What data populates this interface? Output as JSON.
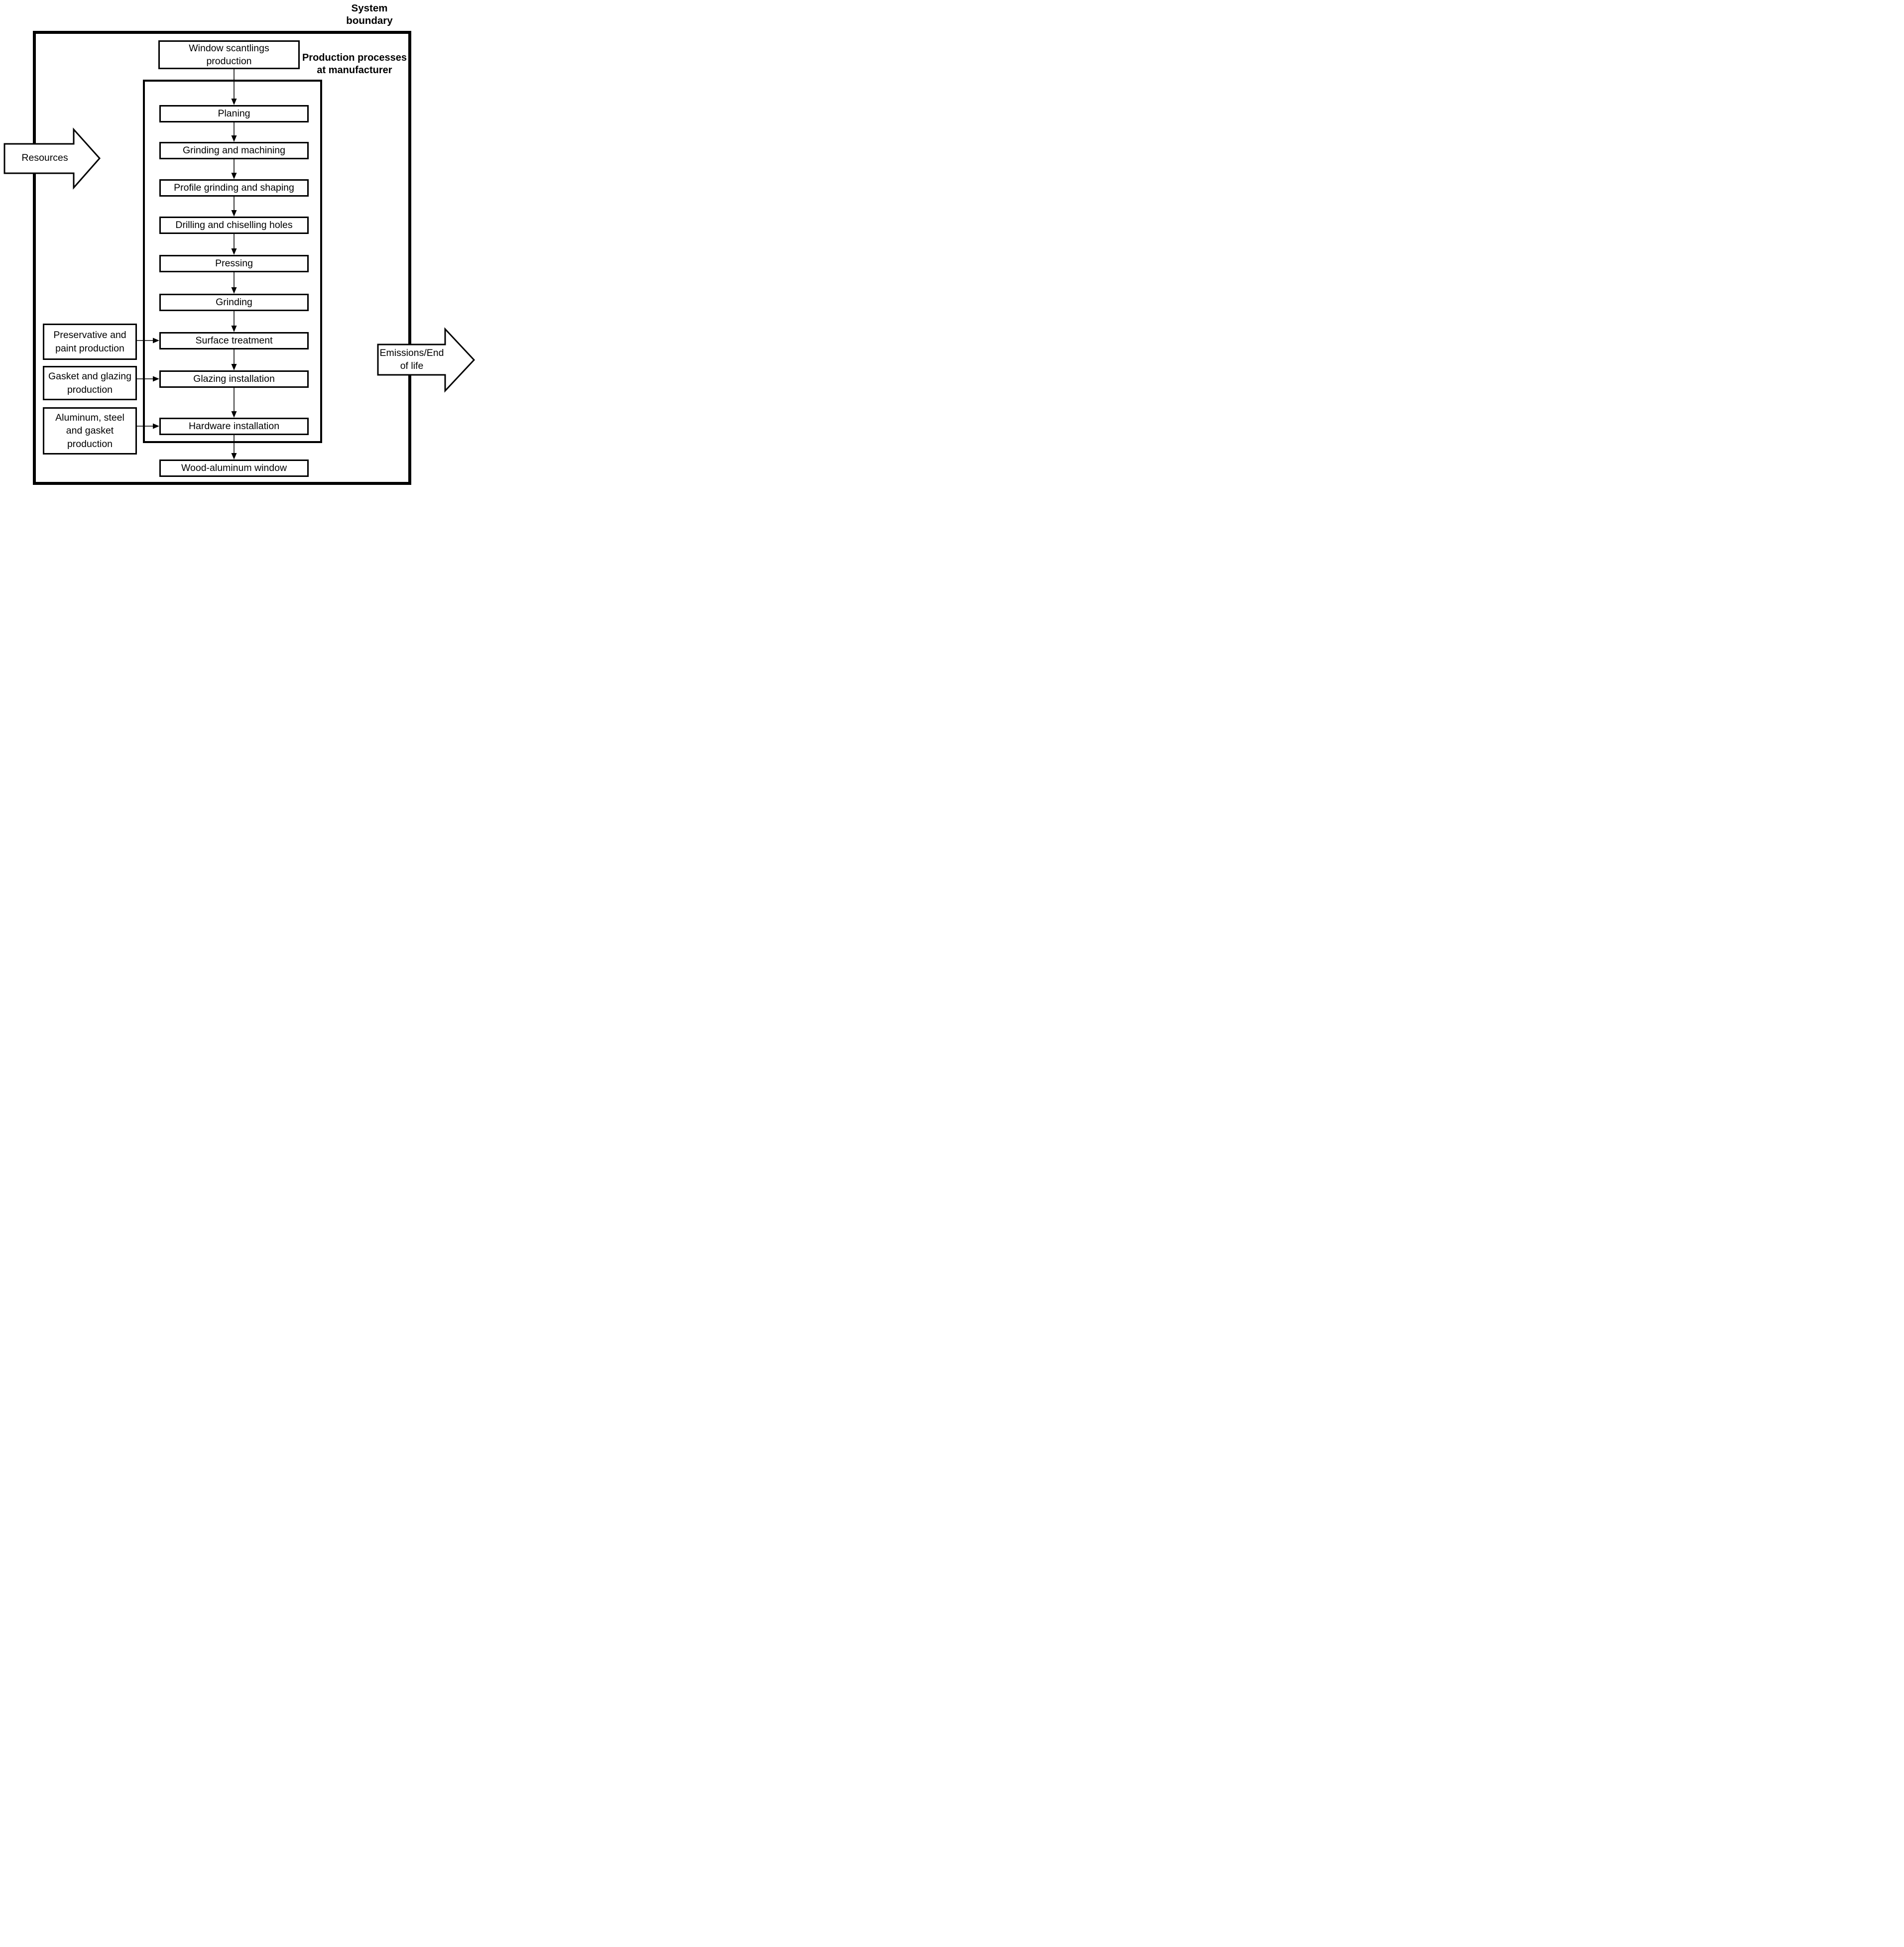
{
  "diagram": {
    "system_boundary_label": "System\nboundary",
    "production_label": "Production processes\nat manufacturer",
    "source_box": "Window scantlings\nproduction",
    "process_steps": [
      {
        "label": "Planing"
      },
      {
        "label": "Grinding and machining"
      },
      {
        "label": "Profile grinding and shaping"
      },
      {
        "label": "Drilling and chiselling holes"
      },
      {
        "label": "Pressing"
      },
      {
        "label": "Grinding"
      },
      {
        "label": "Surface treatment"
      },
      {
        "label": "Glazing installation"
      },
      {
        "label": "Hardware installation"
      }
    ],
    "input_boxes": [
      {
        "label": "Preservative and\npaint production"
      },
      {
        "label": "Gasket and glazing\nproduction"
      },
      {
        "label": "Aluminum, steel\nand gasket\nproduction"
      }
    ],
    "output_box": "Wood-aluminum window",
    "resources_arrow": "Resources",
    "emissions_arrow": "Emissions/End\nof life",
    "colors": {
      "line": "#000000",
      "background": "#ffffff",
      "text": "#000000"
    }
  }
}
